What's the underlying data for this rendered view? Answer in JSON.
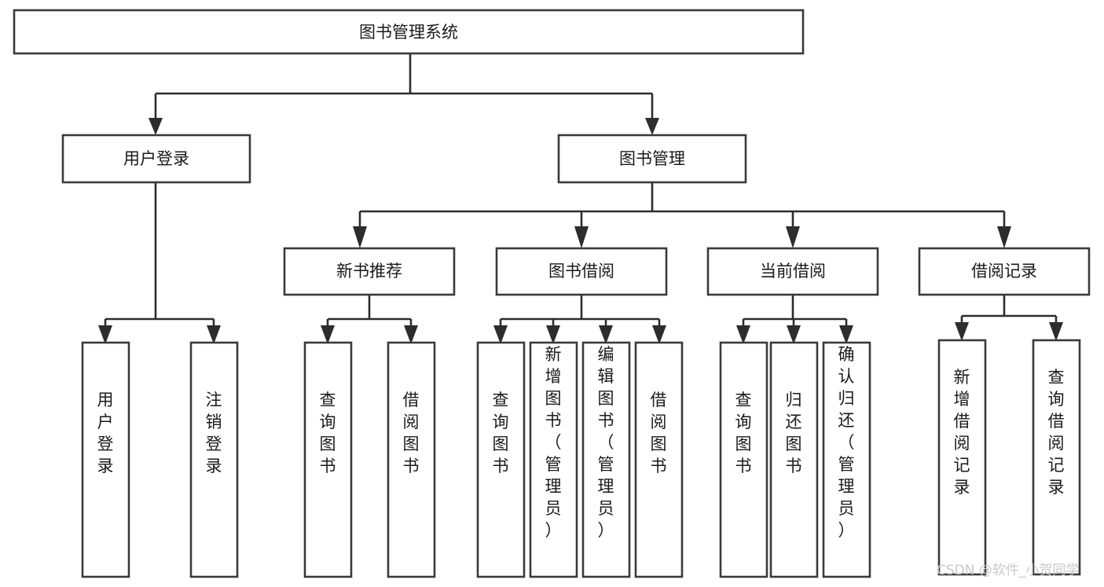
{
  "diagram": {
    "title": "图书管理系统",
    "type": "tree-hierarchy-chart",
    "watermark": "CSDN @软件_小贺同学",
    "colors": {
      "box_fill": "#ffffff",
      "box_stroke": "#3a3a3a",
      "connector": "#2d2d2d",
      "text": "#1a1a1a",
      "watermark": "#c9c9c9",
      "background": "#ffffff"
    },
    "root": {
      "id": "root",
      "label": "图书管理系统"
    },
    "level2": [
      {
        "id": "user-login",
        "label": "用户登录"
      },
      {
        "id": "book-manage",
        "label": "图书管理"
      }
    ],
    "level3": [
      {
        "id": "new-book-recommend",
        "label": "新书推荐",
        "parent": "book-manage"
      },
      {
        "id": "book-borrow",
        "label": "图书借阅",
        "parent": "book-manage"
      },
      {
        "id": "current-borrow",
        "label": "当前借阅",
        "parent": "book-manage"
      },
      {
        "id": "borrow-record",
        "label": "借阅记录",
        "parent": "book-manage"
      }
    ],
    "leaves": {
      "user-login": [
        {
          "id": "leaf-user-login",
          "label": "用户登录"
        },
        {
          "id": "leaf-user-logout",
          "label": "注销登录"
        }
      ],
      "new-book-recommend": [
        {
          "id": "leaf-query-book-1",
          "label": "查询图书"
        },
        {
          "id": "leaf-borrow-book-1",
          "label": "借阅图书"
        }
      ],
      "book-borrow": [
        {
          "id": "leaf-query-book-2",
          "label": "查询图书"
        },
        {
          "id": "leaf-add-book",
          "label": "新增图书（管理员）"
        },
        {
          "id": "leaf-edit-book",
          "label": "编辑图书（管理员）"
        },
        {
          "id": "leaf-borrow-book-2",
          "label": "借阅图书"
        }
      ],
      "current-borrow": [
        {
          "id": "leaf-query-book-3",
          "label": "查询图书"
        },
        {
          "id": "leaf-return-book",
          "label": "归还图书"
        },
        {
          "id": "leaf-confirm-return",
          "label": "确认归还（管理员）"
        }
      ],
      "borrow-record": [
        {
          "id": "leaf-add-record",
          "label": "新增借阅记录"
        },
        {
          "id": "leaf-query-record",
          "label": "查询借阅记录"
        }
      ]
    }
  }
}
